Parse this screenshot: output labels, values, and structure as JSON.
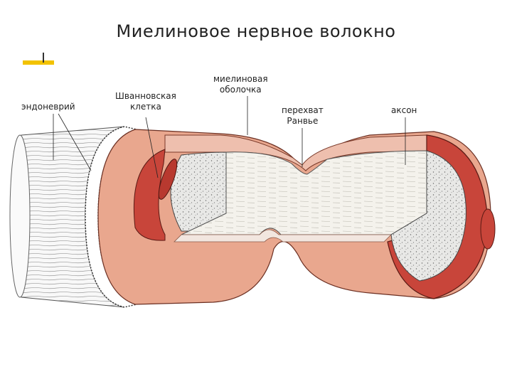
{
  "title": "Миелиновое нервное волокно",
  "labels": {
    "endoneurium": "эндоневрий",
    "schwann_line1": "Шванновская",
    "schwann_line2": "клетка",
    "myelin_line1": "миелиновая",
    "myelin_line2": "оболочка",
    "ranvier_line1": "перехват",
    "ranvier_line2": "Ранвье",
    "axon": "аксон"
  },
  "colors": {
    "accent": "#f2c200",
    "schwann": "#e9a78e",
    "myelin": "#c8453a",
    "axon": "#e4e4e2",
    "axon_cut": "#f3f1ea",
    "endoneurium": "#f7f7f7"
  }
}
